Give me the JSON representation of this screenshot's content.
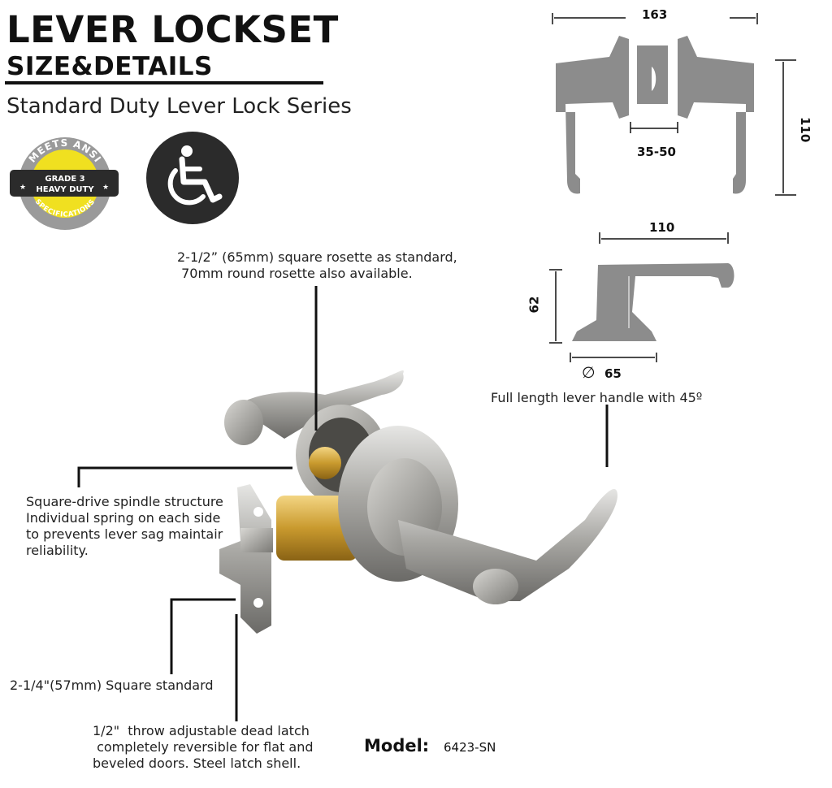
{
  "header": {
    "title": "LEVER LOCKSET",
    "subtitle": "SIZE&DETAILS",
    "series": "Standard Duty Lever Lock Series"
  },
  "badges": {
    "ansi": {
      "top_text": "MEETS ANSI",
      "grade_line1": "GRADE 3",
      "grade_line2": "HEAVY DUTY",
      "bottom_text": "SPECIFICATIONS"
    },
    "accessibility_icon": "wheelchair-icon"
  },
  "dimensions": {
    "overall_width": "163",
    "door_thickness": "35-50",
    "overall_height": "110",
    "lever_length": "110",
    "projection": "62",
    "rosette_diameter": "65",
    "diameter_symbol": "∅"
  },
  "callouts": {
    "rosette": "2-1/2” (65mm) square rosette as standard,\n 70mm round rosette also available.",
    "lever": "Full length lever handle with 45º",
    "spindle": "Square-drive spindle structure\nIndividual spring on each side\nto prevents lever sag maintair\nreliability.",
    "backset": "2-1/4\"(57mm) Square standard",
    "latch": "1/2\"  throw adjustable dead latch\n completely reversible for flat and\nbeveled doors. Steel latch shell."
  },
  "model": {
    "label": "Model:",
    "value": "6423-SN"
  },
  "colors": {
    "drawing_gray": "#8c8c8c",
    "badge_yellow": "#f0e020",
    "badge_dark": "#2b2b2b",
    "badge_ring": "#9a9a9a",
    "text": "#1e1e1e"
  }
}
